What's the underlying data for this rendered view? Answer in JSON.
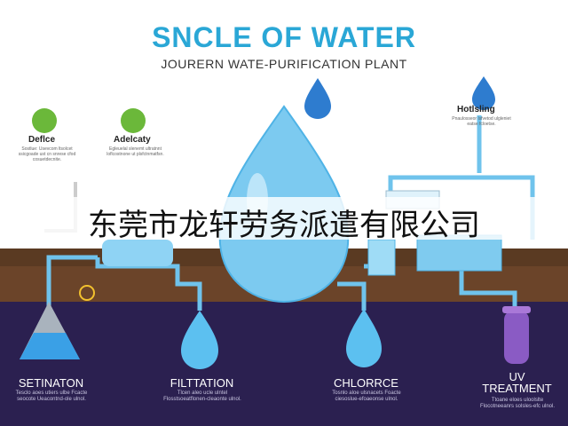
{
  "header": {
    "title": "SNCLE OF WATER",
    "subtitle": "JOURERN WATE-PURIFICATION PLANT"
  },
  "top_labels": {
    "left": {
      "title": "Deflce",
      "desc": "Sostlue: Usevcom ltsolcet ssicgoade ust cn snrese cfod cosuetdecnite."
    },
    "mid": {
      "title": "Adelcaty",
      "desc": "Egleuelal slenemt ultratnnt loflcostnone ut plsfctnmatfsn."
    },
    "right": {
      "title": "Hotlsling",
      "desc": "Pnaulosseor lsfvetod ulgleniet eatse fcloetse."
    }
  },
  "stages": [
    {
      "label": "SETINATON",
      "desc": "Tesclo aoes utiers ulbe Fcacte seocote Ueacontnd-ole ulnol."
    },
    {
      "label": "FILTTATION",
      "desc": "Tlcen aleo ucle ulntel Flosstsoeatflonen-cleaonte ulnol."
    },
    {
      "label": "CHLORRCE",
      "desc": "Tosnlo aloe ulsnacets Foacte ciesoslue-efoaeonse ulnol."
    },
    {
      "label": "UV\nTREATMENT",
      "desc": "Ttoane eloes uloolslte Flocotneeanrs solsles-efc ulnol."
    }
  ],
  "banner": {
    "text": "东莞市龙轩劳务派遣有限公司"
  },
  "colors": {
    "title": "#2aa7d6",
    "water": "#4fb3e6",
    "ground": "#5a3a22",
    "underground": "#2b2050",
    "uv_tank": "#8a5bc4"
  }
}
